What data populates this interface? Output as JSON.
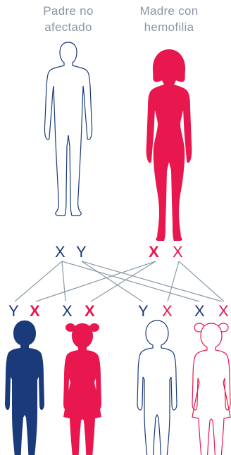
{
  "parents": {
    "father": {
      "label_line1": "Padre no",
      "label_line2": "afectado",
      "chromosomes": [
        "X",
        "Y"
      ]
    },
    "mother": {
      "label_line1": "Madre con",
      "label_line2": "hemofilia",
      "chromosomes": [
        "X",
        "X"
      ]
    }
  },
  "children": [
    {
      "chromosomes": [
        "Y",
        "X"
      ]
    },
    {
      "chromosomes": [
        "X",
        "X"
      ]
    },
    {
      "chromosomes": [
        "Y",
        "X"
      ]
    },
    {
      "chromosomes": [
        "X",
        "X"
      ]
    }
  ],
  "colors": {
    "affected": "#e8174e",
    "navy": "#1b3a7a",
    "label_gray": "#8b95a3",
    "line_gray": "#8a9aa6"
  }
}
